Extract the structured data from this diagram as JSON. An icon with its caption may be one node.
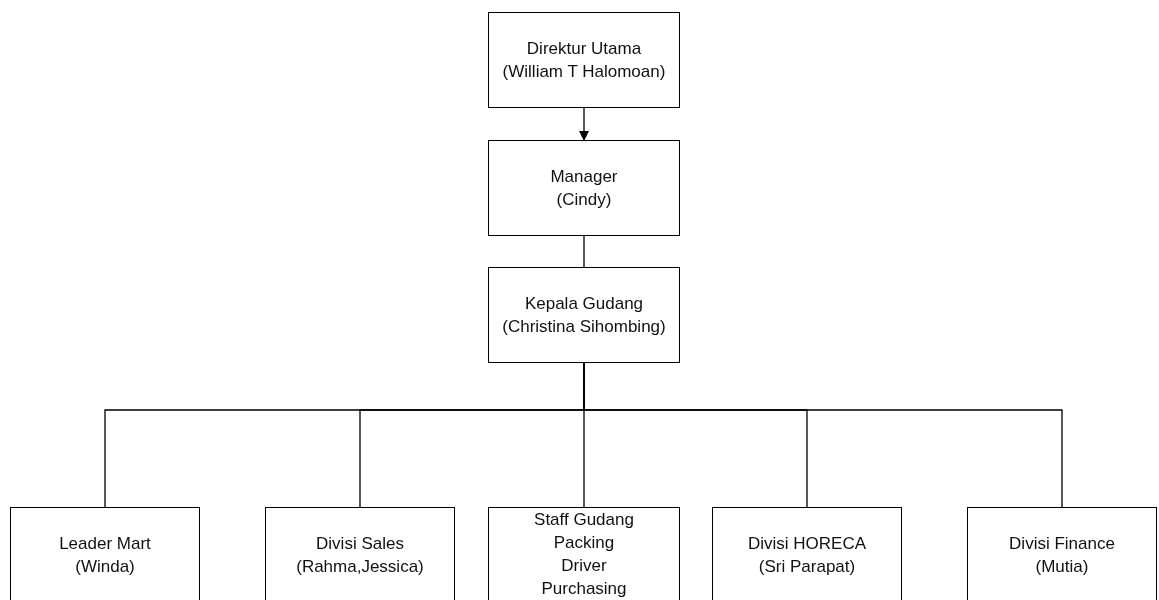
{
  "diagram": {
    "nodes": [
      {
        "text": [
          "Direktur Utama",
          "(William T Halomoan)"
        ]
      },
      {
        "text": [
          "Manager",
          "(Cindy)"
        ]
      },
      {
        "text": [
          "Kepala Gudang",
          "(Christina Sihombing)"
        ]
      },
      {
        "text": [
          "Leader Mart",
          "(Winda)"
        ]
      },
      {
        "text": [
          "Divisi Sales",
          "(Rahma,Jessica)"
        ]
      },
      {
        "text": [
          "Staff Gudang",
          "Packing",
          "Driver",
          "Purchasing"
        ]
      },
      {
        "text": [
          "Divisi HORECA",
          "(Sri Parapat)"
        ]
      },
      {
        "text": [
          "Divisi Finance",
          "(Mutia)"
        ]
      }
    ],
    "edges": [
      {
        "from": 0,
        "to": 1,
        "arrow": "to"
      },
      {
        "from": 1,
        "to": 2,
        "arrow": "none"
      },
      {
        "from": 2,
        "to": 3,
        "arrow": "none"
      },
      {
        "from": 2,
        "to": 4,
        "arrow": "none"
      },
      {
        "from": 2,
        "to": 5,
        "arrow": "none"
      },
      {
        "from": 2,
        "to": 6,
        "arrow": "none"
      },
      {
        "from": 2,
        "to": 7,
        "arrow": "none"
      }
    ]
  }
}
